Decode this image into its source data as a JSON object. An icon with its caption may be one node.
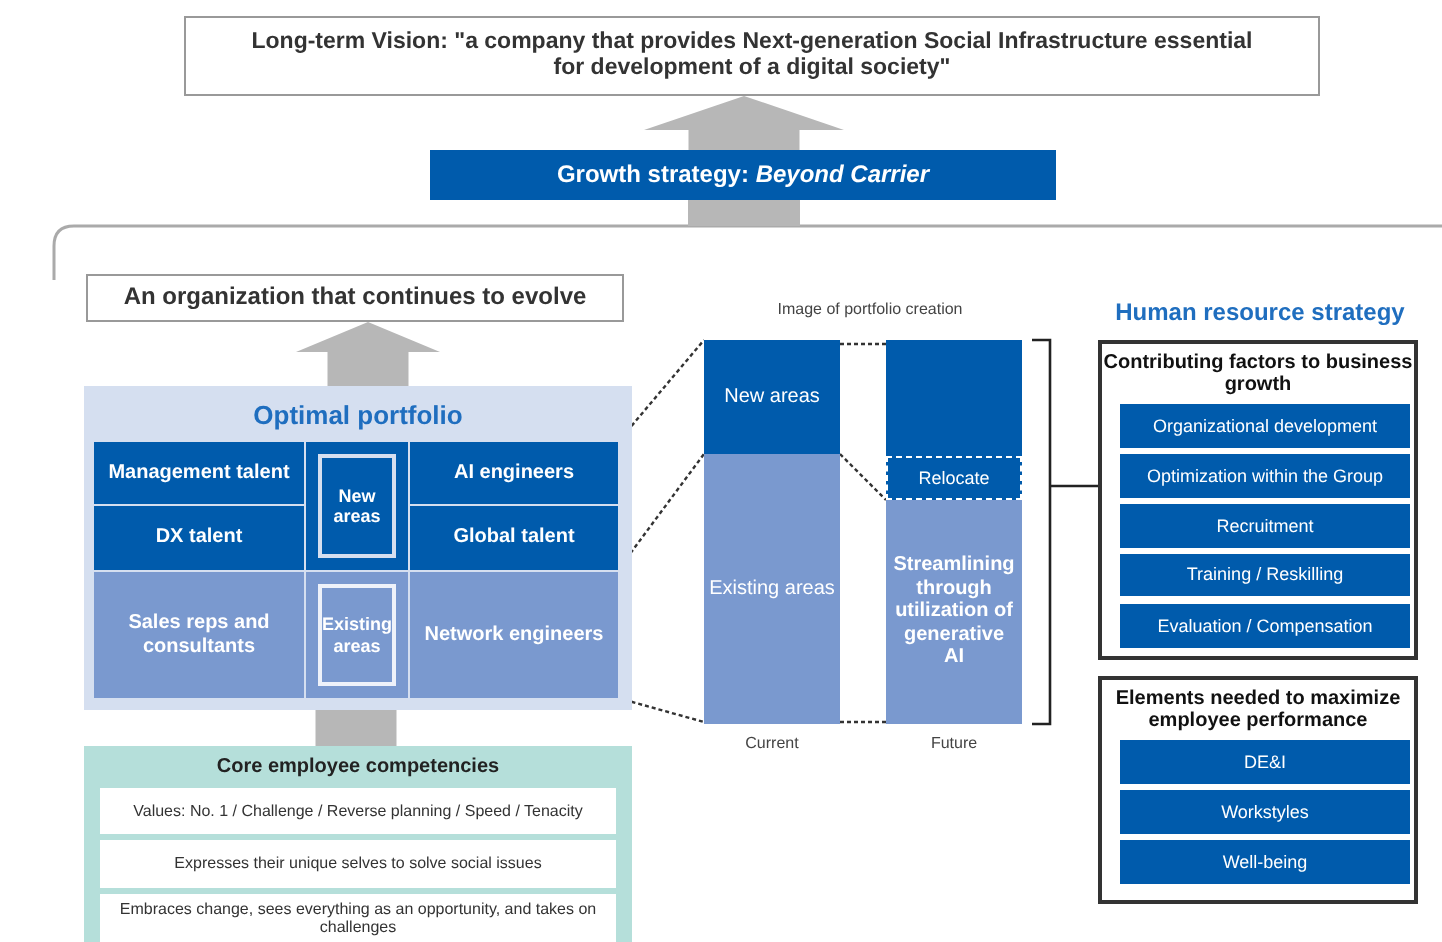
{
  "diagram": {
    "nodes": [
      {
        "text": [
          "Long-term Vision: \"a company that provides Next-generation Social Infrastructure essential for development of a digital society\""
        ]
      },
      {
        "text": [
          "Growth strategy: *Beyond Carrier*"
        ]
      },
      {
        "text": [
          "An organization that continues to evolve"
        ]
      },
      {
        "text": [
          "Optimal portfolio"
        ]
      },
      {
        "text": [
          "Management talent"
        ],
        "in": 3
      },
      {
        "text": [
          "AI engineers"
        ],
        "in": 3
      },
      {
        "text": [
          "New areas"
        ],
        "in": 3
      },
      {
        "text": [
          "DX talent"
        ],
        "in": 3
      },
      {
        "text": [
          "Global talent"
        ],
        "in": 3
      },
      {
        "text": [
          "Sales reps and consultants"
        ],
        "in": 3
      },
      {
        "text": [
          "Existing areas"
        ],
        "in": 3
      },
      {
        "text": [
          "Network engineers"
        ],
        "in": 3
      },
      {
        "text": [
          "Core employee competencies"
        ]
      },
      {
        "text": [
          "Values: No. 1 / Challenge / Reverse planning / Speed / Tenacity"
        ],
        "in": 12
      },
      {
        "text": [
          "Expresses their unique selves to solve social issues"
        ],
        "in": 12
      },
      {
        "text": [
          "Embraces change, sees everything as an opportunity, and takes on challenges"
        ],
        "in": 12
      },
      {
        "text": [
          "New areas"
        ]
      },
      {
        "text": [
          "Existing areas"
        ],
        "beside": [
          "Current"
        ]
      },
      {
        "text": [],
        "shape": "bar"
      },
      {
        "text": [
          "Relocate"
        ]
      },
      {
        "text": [
          "Streamlining through utilization of generative AI"
        ],
        "beside": [
          "Future"
        ]
      },
      {
        "text": [
          "Contributing factors to business growth"
        ]
      },
      {
        "text": [
          "Organizational development"
        ],
        "in": 21
      },
      {
        "text": [
          "Optimization within the Group"
        ],
        "in": 21
      },
      {
        "text": [
          "Recruitment"
        ],
        "in": 21
      },
      {
        "text": [
          "Training / Reskilling"
        ],
        "in": 21
      },
      {
        "text": [
          "Evaluation / Compensation"
        ],
        "in": 21
      },
      {
        "text": [
          "Elements needed to maximize employee performance"
        ]
      },
      {
        "text": [
          "DE&I"
        ],
        "in": 27
      },
      {
        "text": [
          "Workstyles"
        ],
        "in": 27
      },
      {
        "text": [
          "Well-being"
        ],
        "in": 27
      }
    ],
    "edges": [
      {
        "from": 1,
        "to": 0,
        "arrow": "to",
        "style": "thick",
        "color": "#b7b7b7"
      },
      {
        "from": 3,
        "to": 2,
        "arrow": "to",
        "style": "thick",
        "color": "#b7b7b7"
      },
      {
        "from": 12,
        "to": 3,
        "arrow": "none",
        "style": "thick",
        "color": "#b7b7b7"
      },
      {
        "from": 5,
        "to": 16,
        "arrow": "none",
        "style": "dashed"
      },
      {
        "from": 8,
        "to": 17,
        "arrow": "none",
        "style": "dashed"
      },
      {
        "from": 11,
        "to": 17,
        "arrow": "none",
        "style": "dashed"
      },
      {
        "from": 16,
        "to": 18,
        "arrow": "none",
        "style": "dashed"
      },
      {
        "from": 16,
        "to": 19,
        "arrow": "none",
        "style": "dashed"
      },
      {
        "from": 17,
        "to": 20,
        "arrow": "none",
        "style": "dashed"
      }
    ],
    "labels": [
      "Image of portfolio creation",
      "Human resource strategy"
    ]
  }
}
